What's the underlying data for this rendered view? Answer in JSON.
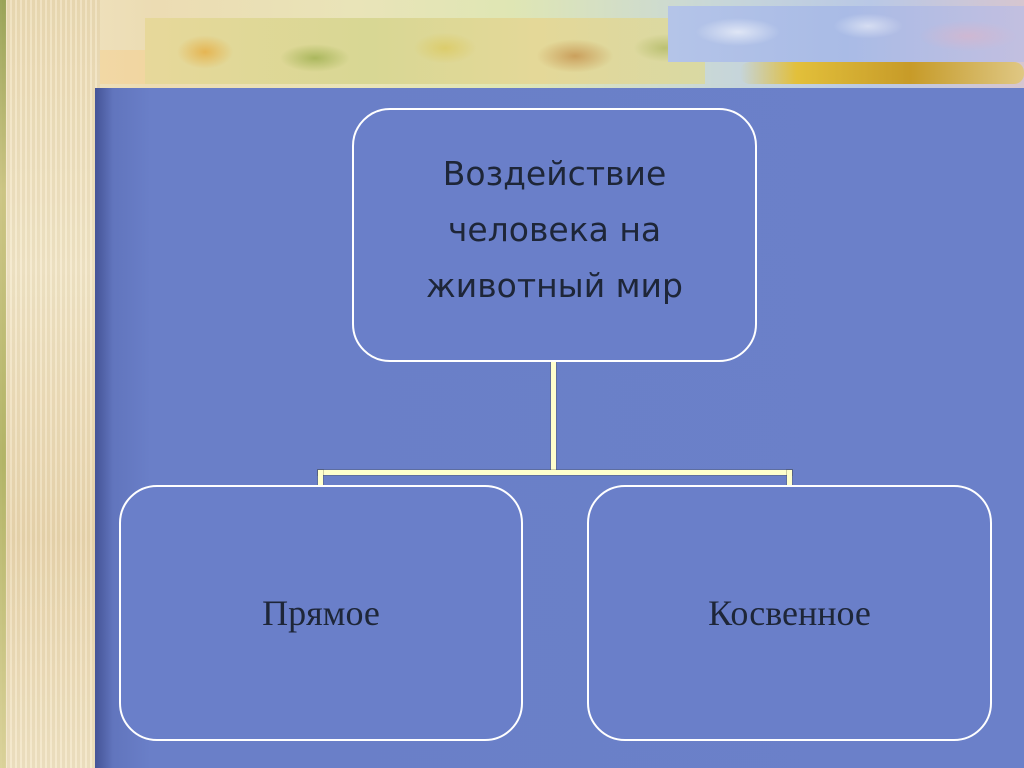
{
  "diagram": {
    "root": {
      "label": "Воздействие\nчеловека на\nживотный мир"
    },
    "children": [
      {
        "label": "Прямое"
      },
      {
        "label": "Косвенное"
      }
    ]
  },
  "colors": {
    "panel": "#6a7fc9",
    "node_border": "#ffffff",
    "connector": "#ffffcc",
    "text": "#1e2638"
  }
}
